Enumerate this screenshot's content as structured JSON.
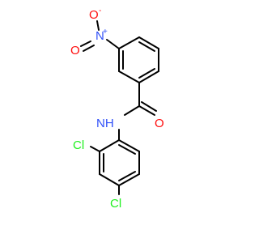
{
  "molecule": {
    "atoms": {
      "nitro_n": "N",
      "nitro_n_charge": "+",
      "nitro_o_top": "O",
      "nitro_o_top_charge": "-",
      "nitro_o_left": "O",
      "amide_nh": "NH",
      "carbonyl_o": "O",
      "cl_ortho": "Cl",
      "cl_para": "Cl"
    },
    "colors": {
      "bond": "#000000",
      "nitrogen": "#3050F8",
      "oxygen": "#FF0D0D",
      "chlorine": "#1FF01F",
      "background": "#ffffff"
    }
  }
}
